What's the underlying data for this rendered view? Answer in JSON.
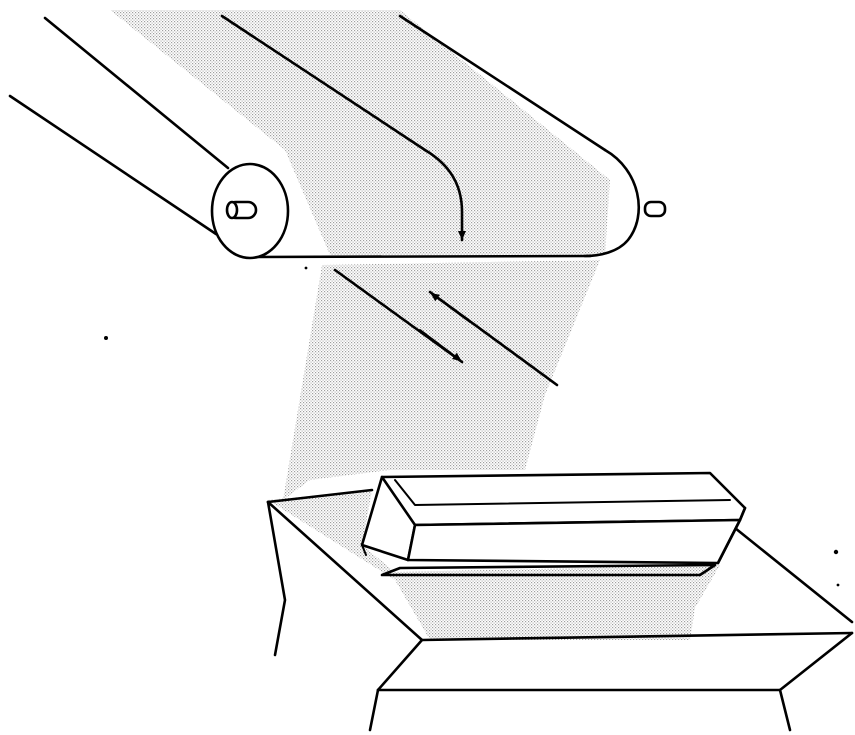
{
  "colors": {
    "ink": "#000000",
    "paper": "#ffffff",
    "beam_shading": "#b8b8b8"
  },
  "parts": {
    "belt": "conveyor-belt",
    "roller": "roller",
    "web": "moving-web",
    "tray": "open-tray",
    "table": "table-block"
  },
  "motion_indicators": {
    "belt_direction": "down",
    "web_directions": [
      "up-left",
      "down-right"
    ]
  }
}
